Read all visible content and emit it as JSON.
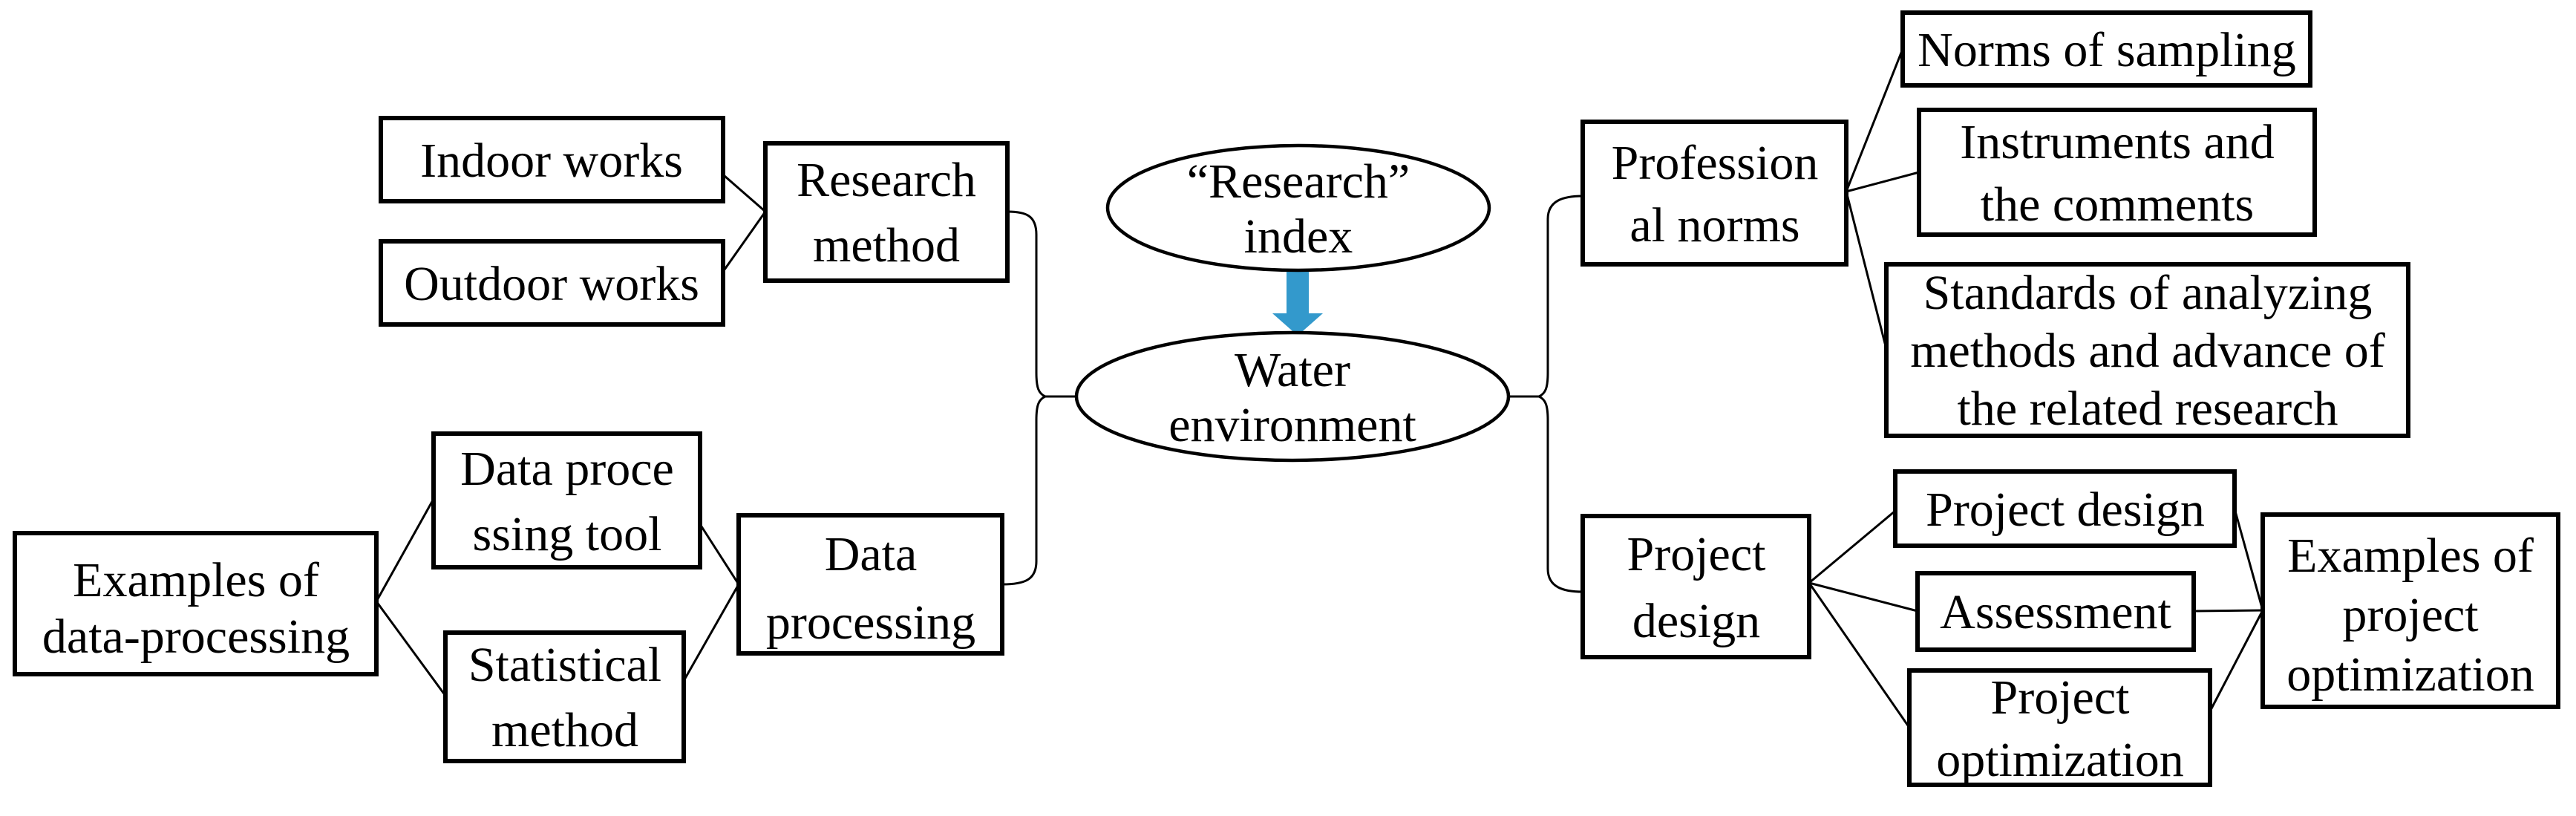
{
  "figure": {
    "type": "concept-diagram",
    "center_top_label": "“Research” index",
    "center_bottom_label": "Water environment"
  },
  "nodes": {
    "indoor_works": {
      "lines": [
        "Indoor works"
      ]
    },
    "outdoor_works": {
      "lines": [
        "Outdoor works"
      ]
    },
    "research_method": {
      "lines": [
        "Research",
        "method"
      ]
    },
    "research_index": {
      "lines": [
        "“Research”",
        "index"
      ]
    },
    "water_environment": {
      "lines": [
        "Water",
        "environment"
      ]
    },
    "professional_norms": {
      "lines": [
        "Profession",
        "al norms"
      ]
    },
    "norms_of_sampling": {
      "lines": [
        "Norms of sampling"
      ]
    },
    "instruments": {
      "lines": [
        "Instruments and",
        "the comments"
      ]
    },
    "standards": {
      "lines": [
        "Standards of analyzing",
        "methods and advance of",
        "the related research"
      ]
    },
    "project_design_hub": {
      "lines": [
        "Project",
        "design"
      ]
    },
    "project_design": {
      "lines": [
        "Project design"
      ]
    },
    "assessment": {
      "lines": [
        "Assessment"
      ]
    },
    "project_optimization": {
      "lines": [
        "Project",
        "optimization"
      ]
    },
    "examples_project_opt": {
      "lines": [
        "Examples of",
        "project",
        "optimization"
      ]
    },
    "examples_data_processing": {
      "lines": [
        "Examples of",
        "data-processing"
      ]
    },
    "data_processing_tool": {
      "lines": [
        "Data proce",
        "ssing tool"
      ]
    },
    "statistical_method": {
      "lines": [
        "Statistical",
        "method"
      ]
    },
    "data_processing": {
      "lines": [
        "Data",
        "processing"
      ]
    }
  },
  "colors": {
    "arrow": "#3399cc",
    "arrow_outline": "#1d7fb8",
    "line": "#000000",
    "background": "#ffffff"
  }
}
